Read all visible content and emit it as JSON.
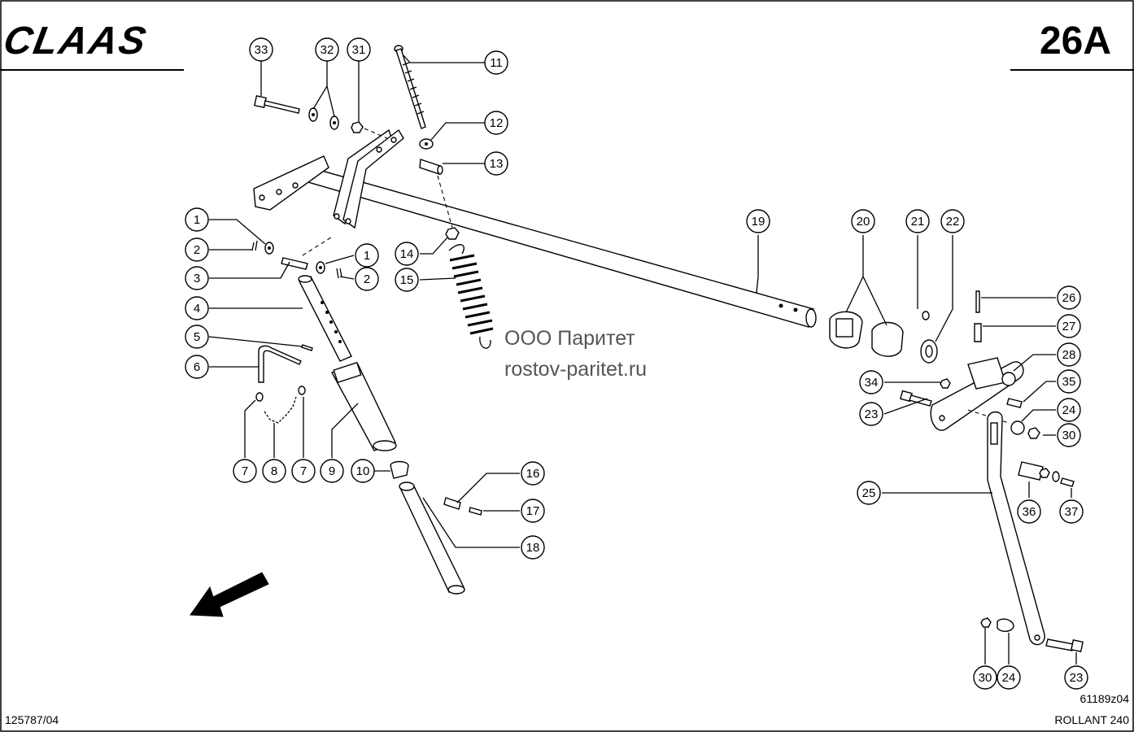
{
  "brand": {
    "logo_text": "CLAAS"
  },
  "page": {
    "number": "26A",
    "doc_number": "125787/04",
    "drawing_id": "61189z04",
    "model": "ROLLANT 240"
  },
  "watermark": {
    "company": "ООО Паритет",
    "website": "rostov-paritet.ru"
  },
  "icons": {
    "direction": "arrow-down-left-icon"
  },
  "colors": {
    "ink": "#000000",
    "watermark": "#555555",
    "paper": "#ffffff"
  },
  "callouts": [
    "33",
    "32",
    "31",
    "11",
    "12",
    "13",
    "1",
    "2",
    "3",
    "4",
    "5",
    "6",
    "7",
    "8",
    "7",
    "9",
    "10",
    "14",
    "15",
    "16",
    "17",
    "18",
    "1",
    "2",
    "19",
    "20",
    "21",
    "22",
    "26",
    "27",
    "28",
    "34",
    "35",
    "23",
    "24",
    "30",
    "25",
    "36",
    "37",
    "30",
    "24",
    "23"
  ]
}
